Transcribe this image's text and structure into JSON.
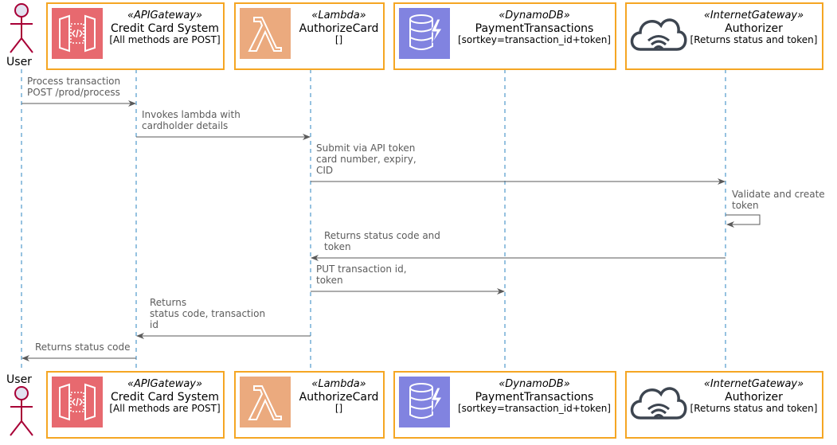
{
  "diagram": {
    "actor": {
      "name": "User"
    },
    "participants": [
      {
        "stereotype": "«APIGateway»",
        "name": "Credit Card System",
        "description": "[All methods are POST]",
        "icon": "api-gateway-icon",
        "color": "#E7696F"
      },
      {
        "stereotype": "«Lambda»",
        "name": "AuthorizeCard",
        "description": "[]",
        "icon": "lambda-icon",
        "color": "#EBAA7E"
      },
      {
        "stereotype": "«DynamoDB»",
        "name": "PaymentTransactions",
        "description": "[sortkey=transaction_id+token]",
        "icon": "dynamodb-icon",
        "color": "#8183E0"
      },
      {
        "stereotype": "«InternetGateway»",
        "name": "Authorizer",
        "description": "[Returns status and token]",
        "icon": "cloud-icon",
        "color": "#3D4550"
      }
    ],
    "messages": [
      {
        "from": "User",
        "to": "Credit Card System",
        "lines": [
          "Process transaction",
          "POST /prod/process"
        ]
      },
      {
        "from": "Credit Card System",
        "to": "AuthorizeCard",
        "lines": [
          "Invokes lambda with",
          "cardholder details"
        ]
      },
      {
        "from": "AuthorizeCard",
        "to": "Authorizer",
        "lines": [
          "Submit via API token",
          "card number, expiry,",
          "CID"
        ]
      },
      {
        "from": "Authorizer",
        "to": "Authorizer",
        "lines": [
          "Validate and create",
          "token"
        ]
      },
      {
        "from": "Authorizer",
        "to": "AuthorizeCard",
        "lines": [
          "Returns status code and",
          "token"
        ]
      },
      {
        "from": "AuthorizeCard",
        "to": "PaymentTransactions",
        "lines": [
          "PUT transaction id,",
          "token"
        ]
      },
      {
        "from": "AuthorizeCard",
        "to": "Credit Card System",
        "lines": [
          "Returns",
          "status code, transaction",
          "id"
        ]
      },
      {
        "from": "Credit Card System",
        "to": "User",
        "lines": [
          "Returns status code"
        ]
      }
    ],
    "colors": {
      "participant_border": "#F5A623",
      "lifeline": "#2E86C1",
      "arrow": "#5a5a5a",
      "actor_fill": "#E2E2F0",
      "actor_stroke": "#A80036"
    }
  }
}
